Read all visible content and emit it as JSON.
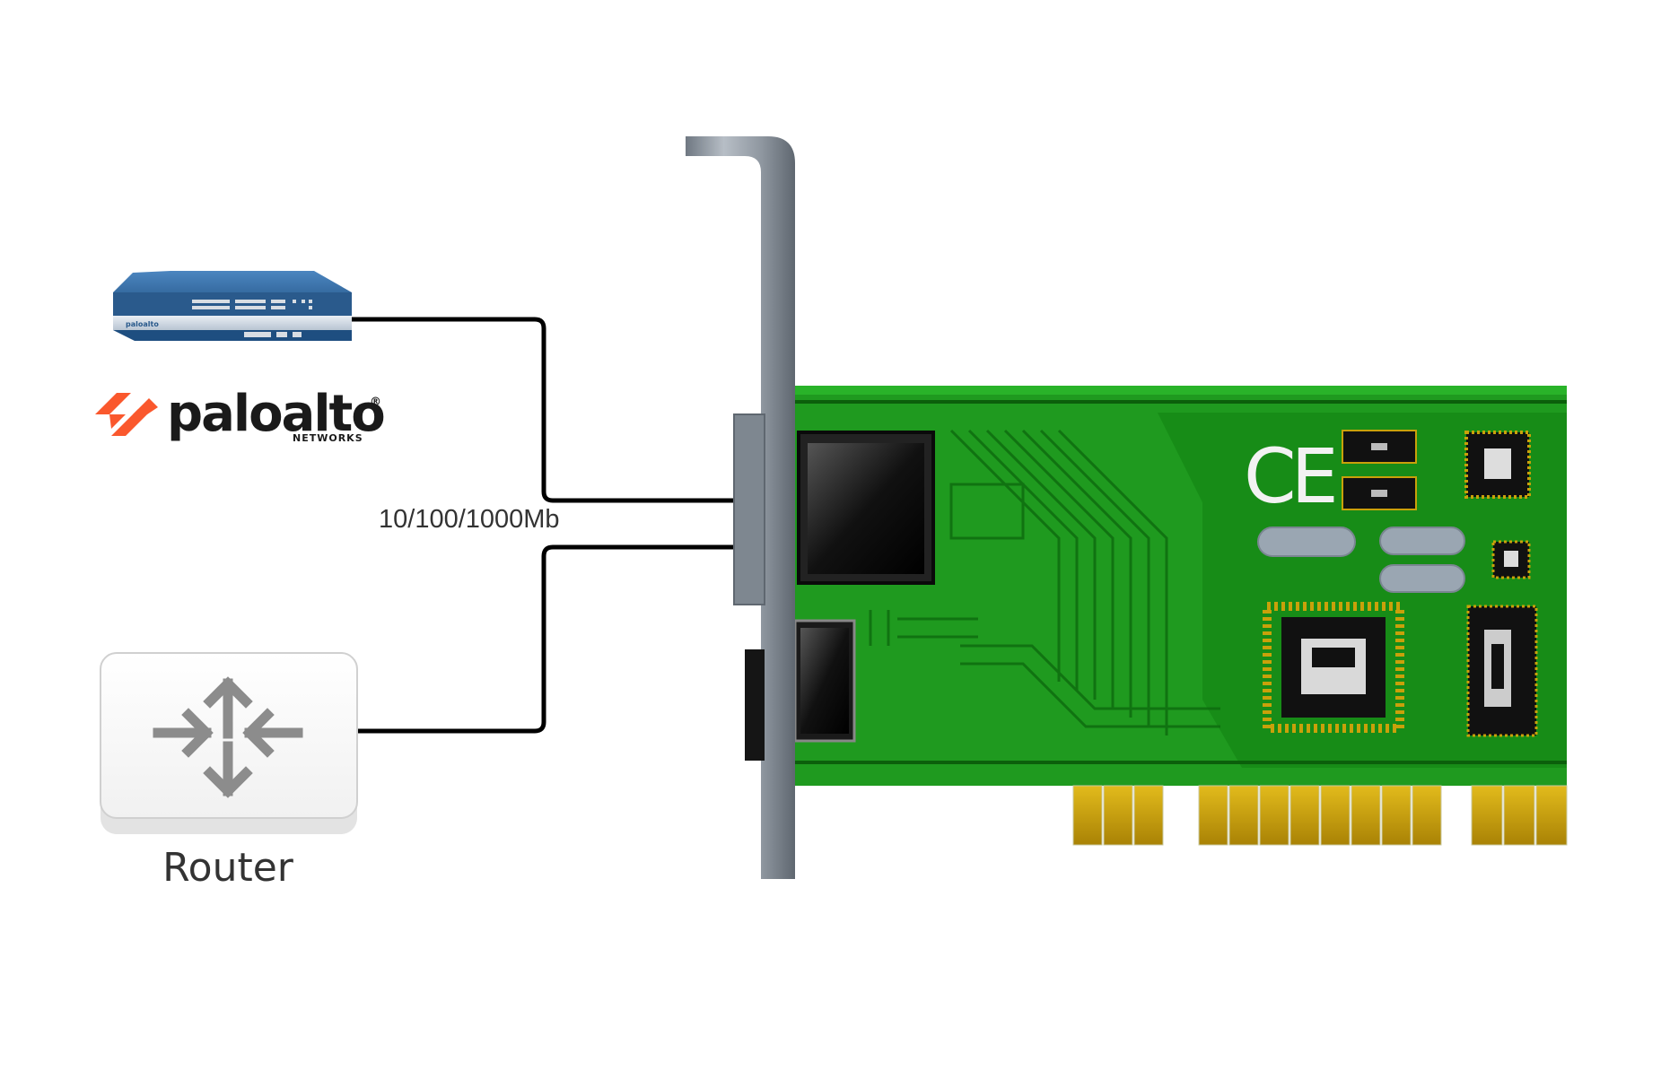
{
  "diagram": {
    "link_label": "10/100/1000Mb",
    "router_label": "Router",
    "brand": {
      "name": "paloalto",
      "trademark": "®",
      "subtitle": "NETWORKS",
      "device_badge": "paloalto"
    },
    "nic": {
      "ce_mark": "CE"
    }
  },
  "colors": {
    "cable": "#000000",
    "pcb": "#1f9a1f",
    "pcb_dark": "#0f7a10",
    "bracket": "#8a929b",
    "gold": "#c9a10a",
    "brand_orange": "#fa582d",
    "firewall_blue": "#2a5a8c",
    "router_icon": "#8c8c8c"
  },
  "icons": [
    "firewall-appliance-icon",
    "paloalto-logo-icon",
    "router-icon",
    "network-card-icon"
  ]
}
